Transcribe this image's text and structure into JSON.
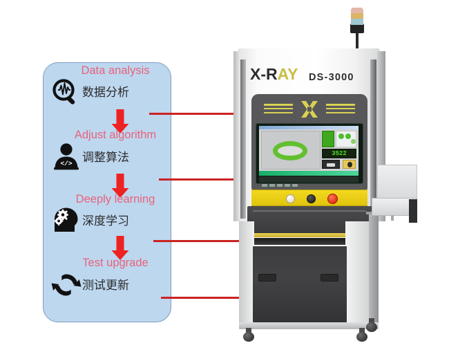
{
  "diagram": {
    "title_visible": false,
    "panel": {
      "fill_color": "#bdd7ef",
      "border_color": "#7d9cbd",
      "heading_color": "#e8637a",
      "arrow_color": "#ee2222",
      "leader_line_color": "#cc2222",
      "steps": [
        {
          "index": 1,
          "title_en": "Data analysis",
          "title_cn": "数据分析",
          "icon": "magnifier-waveform-icon"
        },
        {
          "index": 2,
          "title_en": "Adjust algorithm",
          "title_cn": "调整算法",
          "icon": "developer-laptop-icon"
        },
        {
          "index": 3,
          "title_en": "Deeply learning",
          "title_cn": "深度学习",
          "icon": "head-gears-icon"
        },
        {
          "index": 4,
          "title_en": "Test upgrade",
          "title_cn": "测试更新",
          "icon": "refresh-cycle-icon"
        }
      ]
    }
  },
  "machine": {
    "brand_xr": "X-R",
    "brand_ay": "AY",
    "model": "DS-3000",
    "logo": "x-logo-icon",
    "accent_yellow": "#d9d154",
    "face_plate_color": "#58585a",
    "control_panel": {
      "color": "#ecd114",
      "buttons": [
        {
          "name": "indicator-lamp-white",
          "color": "#ffffff"
        },
        {
          "name": "power-button-black",
          "color": "#1b1b1b"
        },
        {
          "name": "emergency-stop-red",
          "color": "#d81505"
        }
      ]
    },
    "signal_tower": {
      "name": "signal-tower-light",
      "segments": [
        {
          "name": "tower-red",
          "color": "#e3b7a8"
        },
        {
          "name": "tower-amber",
          "color": "#ddb466"
        },
        {
          "name": "tower-green",
          "color": "#9fc9cf"
        }
      ]
    },
    "monitor": {
      "screen_bg": "#d3d4d6",
      "inspection_shape": "green-ring",
      "inspection_color": "#62c030",
      "readout": "3522"
    },
    "cabinet_color": "#3d3d3f",
    "tray": "output-tray"
  }
}
